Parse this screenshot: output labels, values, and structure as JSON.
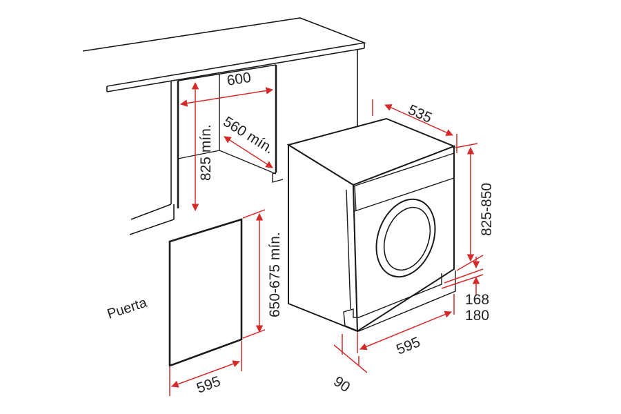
{
  "colors": {
    "outline": "#1a1a1a",
    "dimension": "#d42a2a",
    "text": "#222222",
    "fill": "#ffffff"
  },
  "niche": {
    "width": "600",
    "height": "825 mín.",
    "depth": "560 mín."
  },
  "door": {
    "label": "Puerta",
    "height": "650-675 mín.",
    "width": "595"
  },
  "machine": {
    "depth": "535",
    "height": "825-850",
    "plinth_low": "168",
    "plinth_high": "180",
    "width": "595",
    "offset": "90"
  }
}
